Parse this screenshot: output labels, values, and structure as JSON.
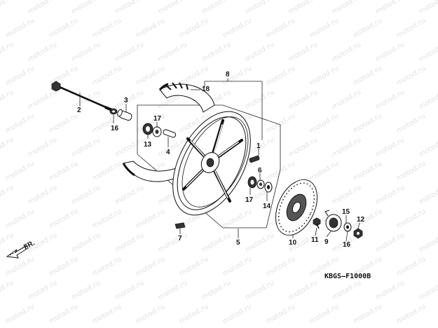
{
  "watermark": "motod.ru",
  "diagram_code": "KBGS–F1000B",
  "direction_label": "FR.",
  "callouts": {
    "n1": "1",
    "n2": "2",
    "n3": "3",
    "n4": "4",
    "n5": "5",
    "n6": "6",
    "n7": "7",
    "n8": "8",
    "n9": "9",
    "n10": "10",
    "n11": "11",
    "n12": "12",
    "n13": "13",
    "n14": "14",
    "n15": "15",
    "n16a": "16",
    "n16b": "16",
    "n17a": "17",
    "n17b": "17",
    "n18": "18"
  }
}
